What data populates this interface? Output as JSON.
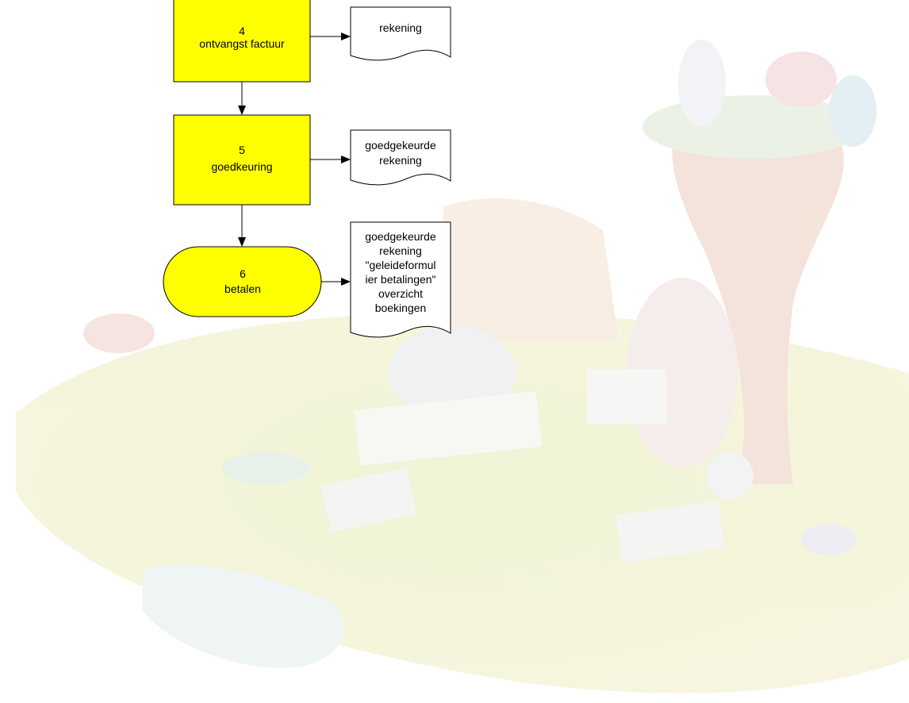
{
  "diagram": {
    "steps": [
      {
        "number": "4",
        "name": "ontvangst factuur"
      },
      {
        "number": "5",
        "name": "goedkeuring"
      },
      {
        "number": "6",
        "name": "betalen"
      }
    ],
    "documents": [
      {
        "lines": [
          "rekening"
        ]
      },
      {
        "lines": [
          "goedgekeurde",
          "rekening"
        ]
      },
      {
        "lines": [
          "goedgekeurde",
          "rekening",
          "\"geleideformul",
          "ier betalingen\"",
          "overzicht",
          "boekingen"
        ]
      }
    ]
  },
  "colors": {
    "process_fill": "#ffff00",
    "stroke": "#000000",
    "document_fill": "#ffffff"
  },
  "background": {
    "description_icon": "illustration-children-under-tree"
  }
}
